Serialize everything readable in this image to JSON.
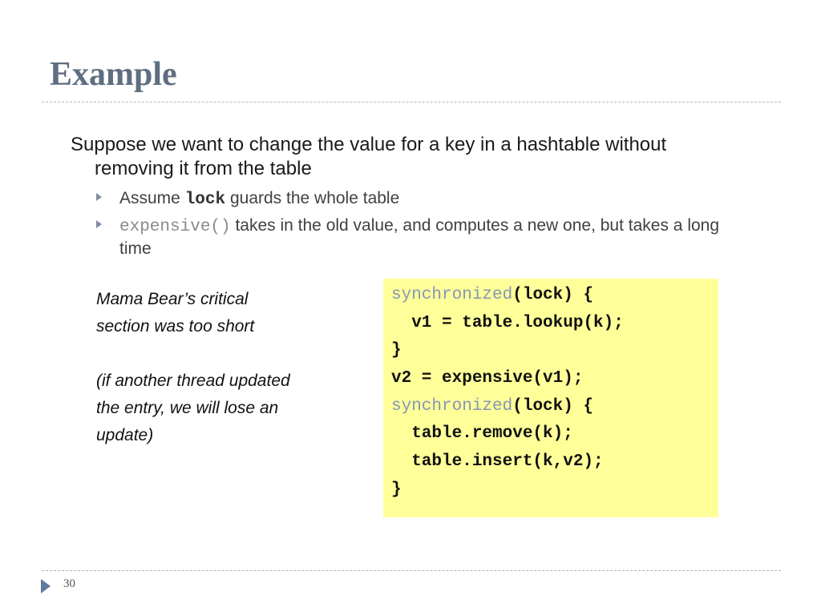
{
  "slide": {
    "title": "Example",
    "main_bullet": "Suppose we want to change the value for a key in a hashtable without removing it from the table",
    "sub_bullets": [
      {
        "before": "Assume ",
        "code": "lock",
        "after": " guards the whole table"
      },
      {
        "before": "",
        "code": "expensive()",
        "after": " takes in the old value, and computes a new one, but takes a long time"
      }
    ],
    "note_lines_1": [
      "Mama Bear’s critical",
      "section was too short"
    ],
    "note_lines_2": [
      "(if another thread  updated",
      "the entry, we will lose an",
      "update)"
    ],
    "code": {
      "line1_kw": "synchronized",
      "line1_rest": "(lock) {",
      "line2": "  v1 = table.lookup(k);",
      "line3": "}",
      "line4": "v2 = expensive(v1);",
      "line5_kw": "synchronized",
      "line5_rest": "(lock) {",
      "line6": "  table.remove(k);",
      "line7": "  table.insert(k,v2);",
      "line8": "}"
    },
    "page_number": "30"
  },
  "colors": {
    "title": "#5f6e80",
    "code_background": "#ffff99",
    "keyword": "#8396b8",
    "bullet_triangle": "#7f8da0",
    "footer_arrow": "#5f7a9e"
  },
  "icons": {
    "bullet": "triangle-right-icon",
    "footer": "triangle-right-icon"
  }
}
